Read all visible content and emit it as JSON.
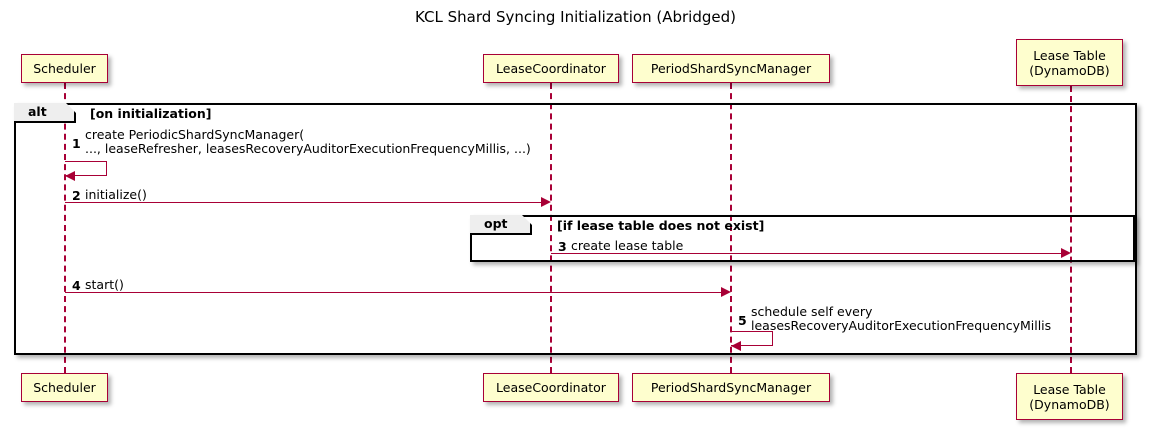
{
  "title": "KCL Shard Syncing Initialization (Abridged)",
  "colors": {
    "participant_fill": "#FEFECE",
    "participant_border": "#A80036",
    "lifeline": "#A80036",
    "arrow": "#A80036",
    "frame_border": "#000000",
    "frame_tag_fill": "#EEEEEE",
    "background": "#FFFFFF",
    "text": "#000000"
  },
  "participants": [
    {
      "id": "scheduler",
      "label": "Scheduler"
    },
    {
      "id": "lease-coordinator",
      "label": "LeaseCoordinator"
    },
    {
      "id": "period-shard-sync-manager",
      "label": "PeriodShardSyncManager"
    },
    {
      "id": "lease-table",
      "label": "Lease Table\n(DynamoDB)"
    }
  ],
  "frames": [
    {
      "id": "alt",
      "type": "alt",
      "tag": "alt",
      "guard": "[on initialization]"
    },
    {
      "id": "opt",
      "type": "opt",
      "tag": "opt",
      "guard": "[if lease table does not exist]"
    }
  ],
  "messages": [
    {
      "number": "1",
      "from": "scheduler",
      "to": "scheduler",
      "self": true,
      "label": "create PeriodicShardSyncManager(\n   ..., leaseRefresher, leasesRecoveryAuditorExecutionFrequencyMillis, ...)"
    },
    {
      "number": "2",
      "from": "scheduler",
      "to": "lease-coordinator",
      "self": false,
      "label": "initialize()"
    },
    {
      "number": "3",
      "from": "lease-coordinator",
      "to": "lease-table",
      "self": false,
      "label": "create lease table"
    },
    {
      "number": "4",
      "from": "scheduler",
      "to": "period-shard-sync-manager",
      "self": false,
      "label": "start()"
    },
    {
      "number": "5",
      "from": "period-shard-sync-manager",
      "to": "period-shard-sync-manager",
      "self": true,
      "label": "schedule self every\n   leasesRecoveryAuditorExecutionFrequencyMillis"
    }
  ]
}
